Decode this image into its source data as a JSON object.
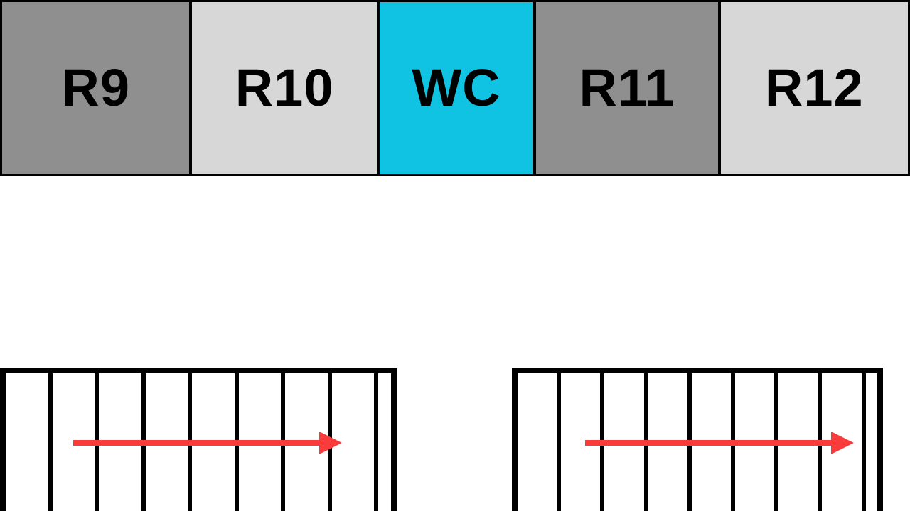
{
  "diagram": {
    "rooms": [
      {
        "label": "R9",
        "color": "#8f8f8f"
      },
      {
        "label": "R10",
        "color": "#d7d7d7"
      },
      {
        "label": "WC",
        "color": "#11c3e3"
      },
      {
        "label": "R11",
        "color": "#8f8f8f"
      },
      {
        "label": "R12",
        "color": "#d7d7d7"
      }
    ],
    "staircases": [
      {
        "id": "left",
        "steps": 9,
        "arrow_direction": "right",
        "arrow_color": "#fa3b3b"
      },
      {
        "id": "right",
        "steps": 9,
        "arrow_direction": "right",
        "arrow_color": "#fa3b3b"
      }
    ]
  }
}
